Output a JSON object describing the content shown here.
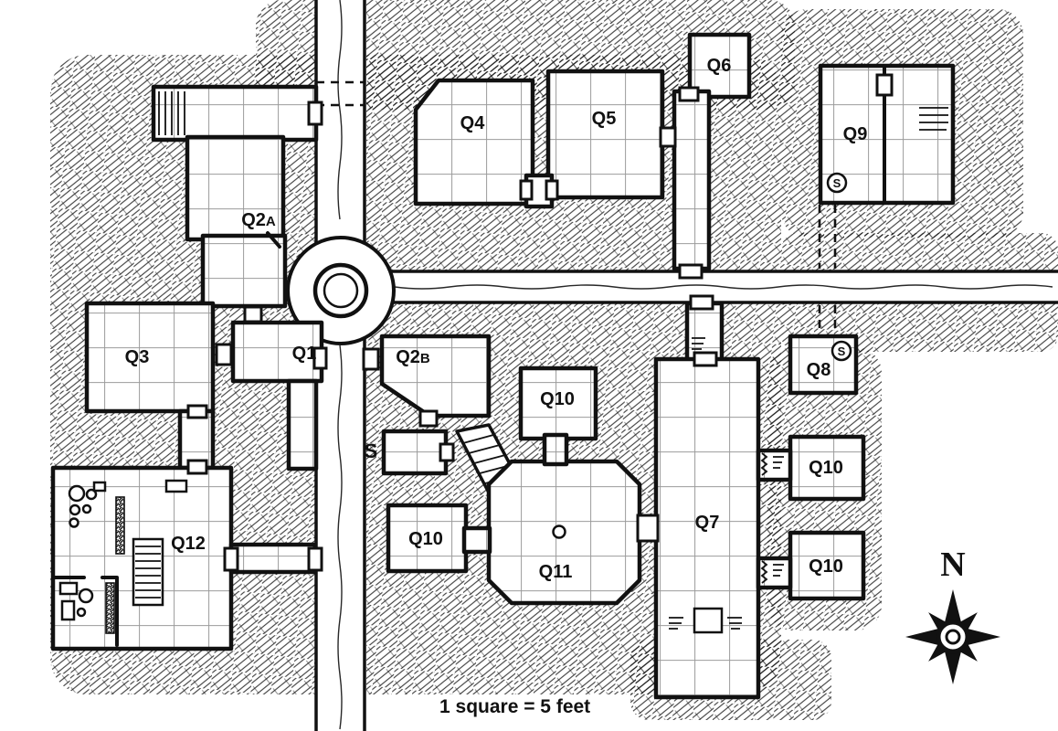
{
  "map": {
    "scale_label": "1 square = 5 feet",
    "compass": {
      "north_label": "N"
    },
    "markers": {
      "stairs_plain": "S",
      "secret_q9": "S",
      "secret_q8": "S"
    },
    "rooms": [
      {
        "id": "q2a",
        "base": "Q2",
        "suffix": "A"
      },
      {
        "id": "q2b",
        "base": "Q2",
        "suffix": "B"
      },
      {
        "id": "q1",
        "label": "Q1"
      },
      {
        "id": "q3",
        "label": "Q3"
      },
      {
        "id": "q4",
        "label": "Q4"
      },
      {
        "id": "q5",
        "label": "Q5"
      },
      {
        "id": "q6",
        "label": "Q6"
      },
      {
        "id": "q7",
        "label": "Q7"
      },
      {
        "id": "q8",
        "label": "Q8"
      },
      {
        "id": "q9",
        "label": "Q9"
      },
      {
        "id": "q10-north",
        "label": "Q10"
      },
      {
        "id": "q10-west",
        "label": "Q10"
      },
      {
        "id": "q10-east-upper",
        "label": "Q10"
      },
      {
        "id": "q10-east-lower",
        "label": "Q10"
      },
      {
        "id": "q11",
        "label": "Q11"
      },
      {
        "id": "q12",
        "label": "Q12"
      }
    ]
  }
}
